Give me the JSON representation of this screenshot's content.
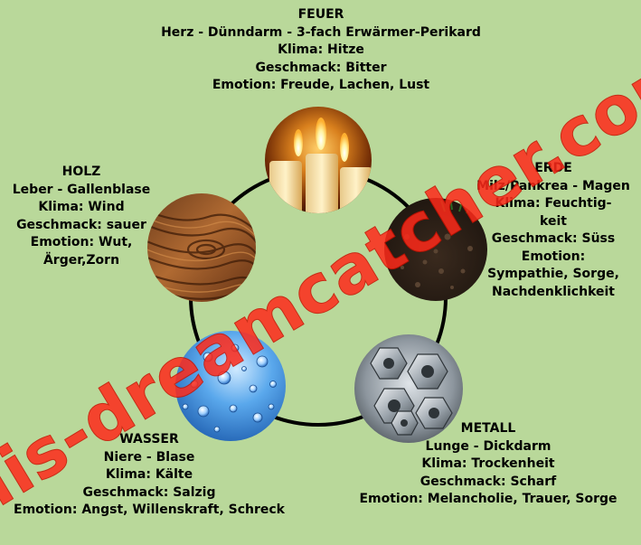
{
  "elements": {
    "feuer": {
      "title": "FEUER",
      "organs": "Herz - Dünndarm - 3-fach Erwärmer-Perikard",
      "klima": "Klima: Hitze",
      "geschmack": "Geschmack: Bitter",
      "emotion": "Emotion: Freude, Lachen, Lust"
    },
    "holz": {
      "title": "HOLZ",
      "organs": "Leber - Gallenblase",
      "klima": "Klima: Wind",
      "geschmack": "Geschmack: sauer",
      "emotion_1": "Emotion: Wut,",
      "emotion_2": "Ärger,Zorn"
    },
    "erde": {
      "title": "ERDE",
      "organs": "Milz/Pankrea - Magen",
      "klima_1": "Klima: Feuchtig-",
      "klima_2": "keit",
      "geschmack": "Geschmack: Süss",
      "emotion_1": "Emotion:",
      "emotion_2": "Sympathie, Sorge,",
      "emotion_3": "Nachdenklichkeit"
    },
    "wasser": {
      "title": "WASSER",
      "organs": "Niere - Blase",
      "klima": "Klima: Kälte",
      "geschmack": "Geschmack: Salzig",
      "emotion": "Emotion: Angst, Willenskraft, Schreck"
    },
    "metall": {
      "title": "METALL",
      "organs": "Lunge - Dickdarm",
      "klima": "Klima: Trockenheit",
      "geschmack": "Geschmack: Scharf",
      "emotion": "Emotion: Melancholie, Trauer, Sorge"
    }
  },
  "watermark": "elis-dreamcatcher.com",
  "colors": {
    "background": "#b9d89a",
    "ring": "#000000",
    "watermark": "#ff2a1a"
  },
  "images": [
    "candles-photo",
    "wood-grain-photo",
    "soil-photo",
    "water-drops-photo",
    "metal-nuts-photo"
  ]
}
